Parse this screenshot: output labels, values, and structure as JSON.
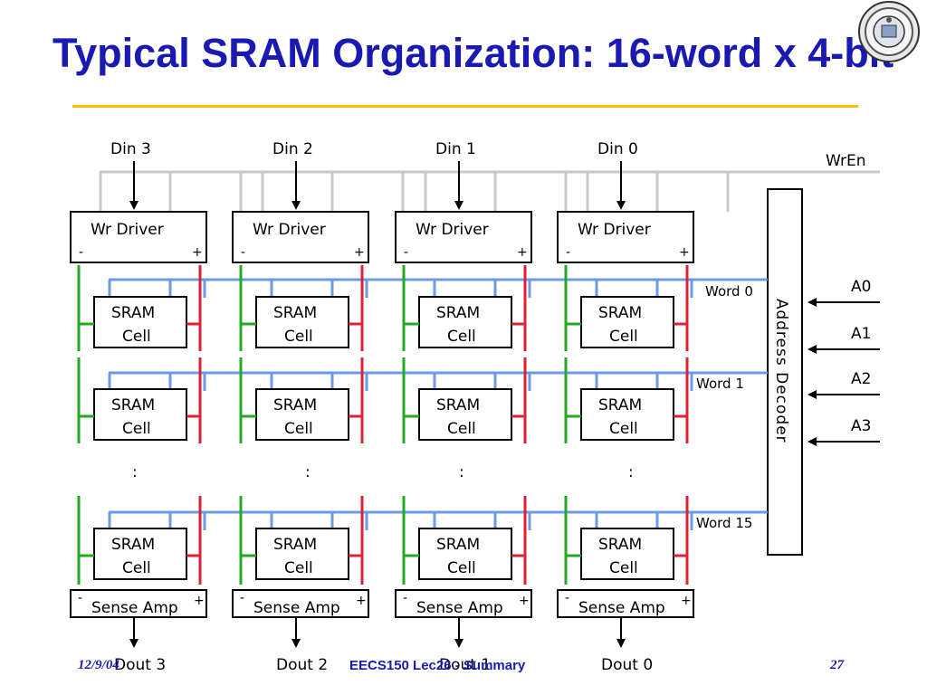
{
  "slide": {
    "title": "Typical SRAM Organization: 16-word x 4-bit",
    "footer": {
      "date": "12/9/04",
      "course": "EECS150 Lec26 - Summary",
      "page": "27"
    }
  },
  "diagram": {
    "columns": [
      {
        "din": "Din 3",
        "dout": "Dout 3"
      },
      {
        "din": "Din 2",
        "dout": "Dout 2"
      },
      {
        "din": "Din 1",
        "dout": "Dout 1"
      },
      {
        "din": "Din 0",
        "dout": "Dout 0"
      }
    ],
    "wr_driver_label": "Wr Driver",
    "sense_amp_label": "Sense Amp",
    "cell_label_line1": "SRAM",
    "cell_label_line2": "Cell",
    "minus": "-",
    "plus": "+",
    "ellipsis": ":",
    "wren_label": "WrEn",
    "decoder_label": "Address Decoder",
    "word_lines": [
      "Word 0",
      "Word 1",
      "Word 15"
    ],
    "address_inputs": [
      "A0",
      "A1",
      "A2",
      "A3"
    ],
    "colors": {
      "bitline_neg": "#22aa22",
      "bitline_pos": "#dd2233",
      "wordline": "#6b9be8",
      "din_bus": "#c8c8c8",
      "title": "#1a1ab3",
      "rule": "#f2c200"
    }
  }
}
